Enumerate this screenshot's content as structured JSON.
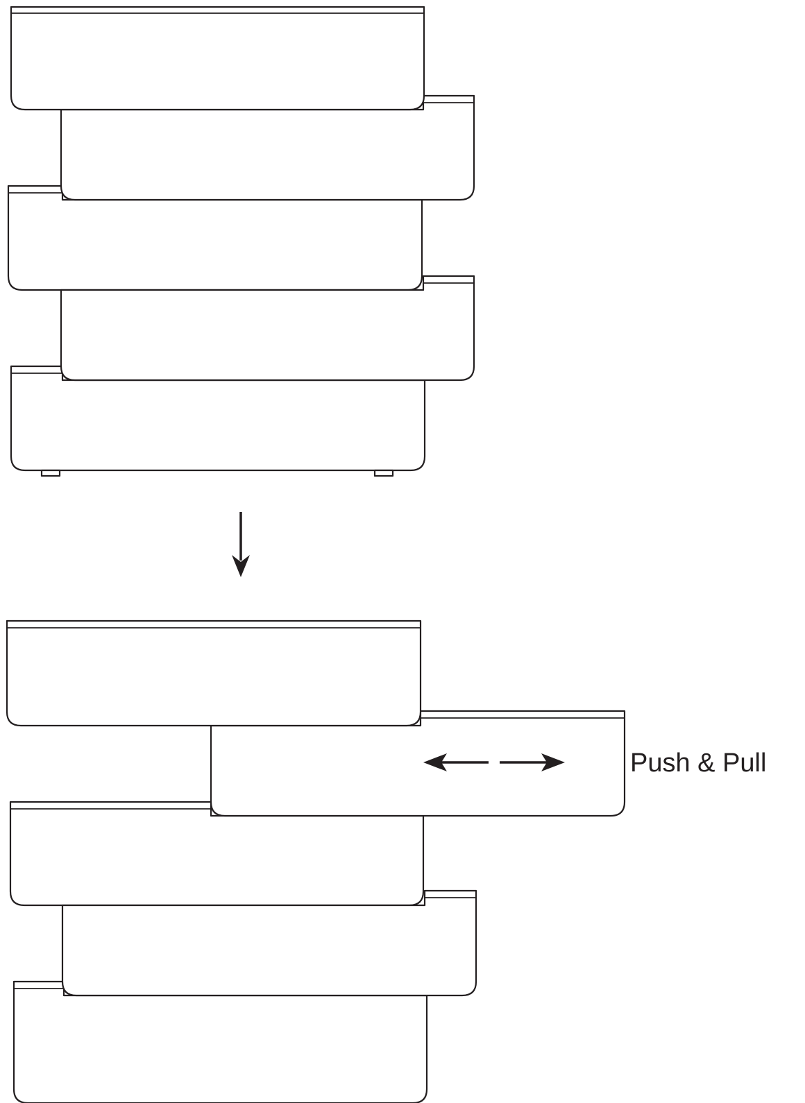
{
  "diagram": {
    "label": "Push & Pull",
    "colors": {
      "line": "#231f20",
      "fill": "#ffffff",
      "background": "#ffffff"
    },
    "stacks": [
      {
        "name": "closed-stack",
        "drawer_count": 5,
        "open_drawer": null
      },
      {
        "name": "opened-stack",
        "drawer_count": 5,
        "open_drawer": 2
      }
    ],
    "icons": {
      "transition": "down-arrow-icon",
      "motion": "double-horizontal-arrow-icon"
    }
  }
}
